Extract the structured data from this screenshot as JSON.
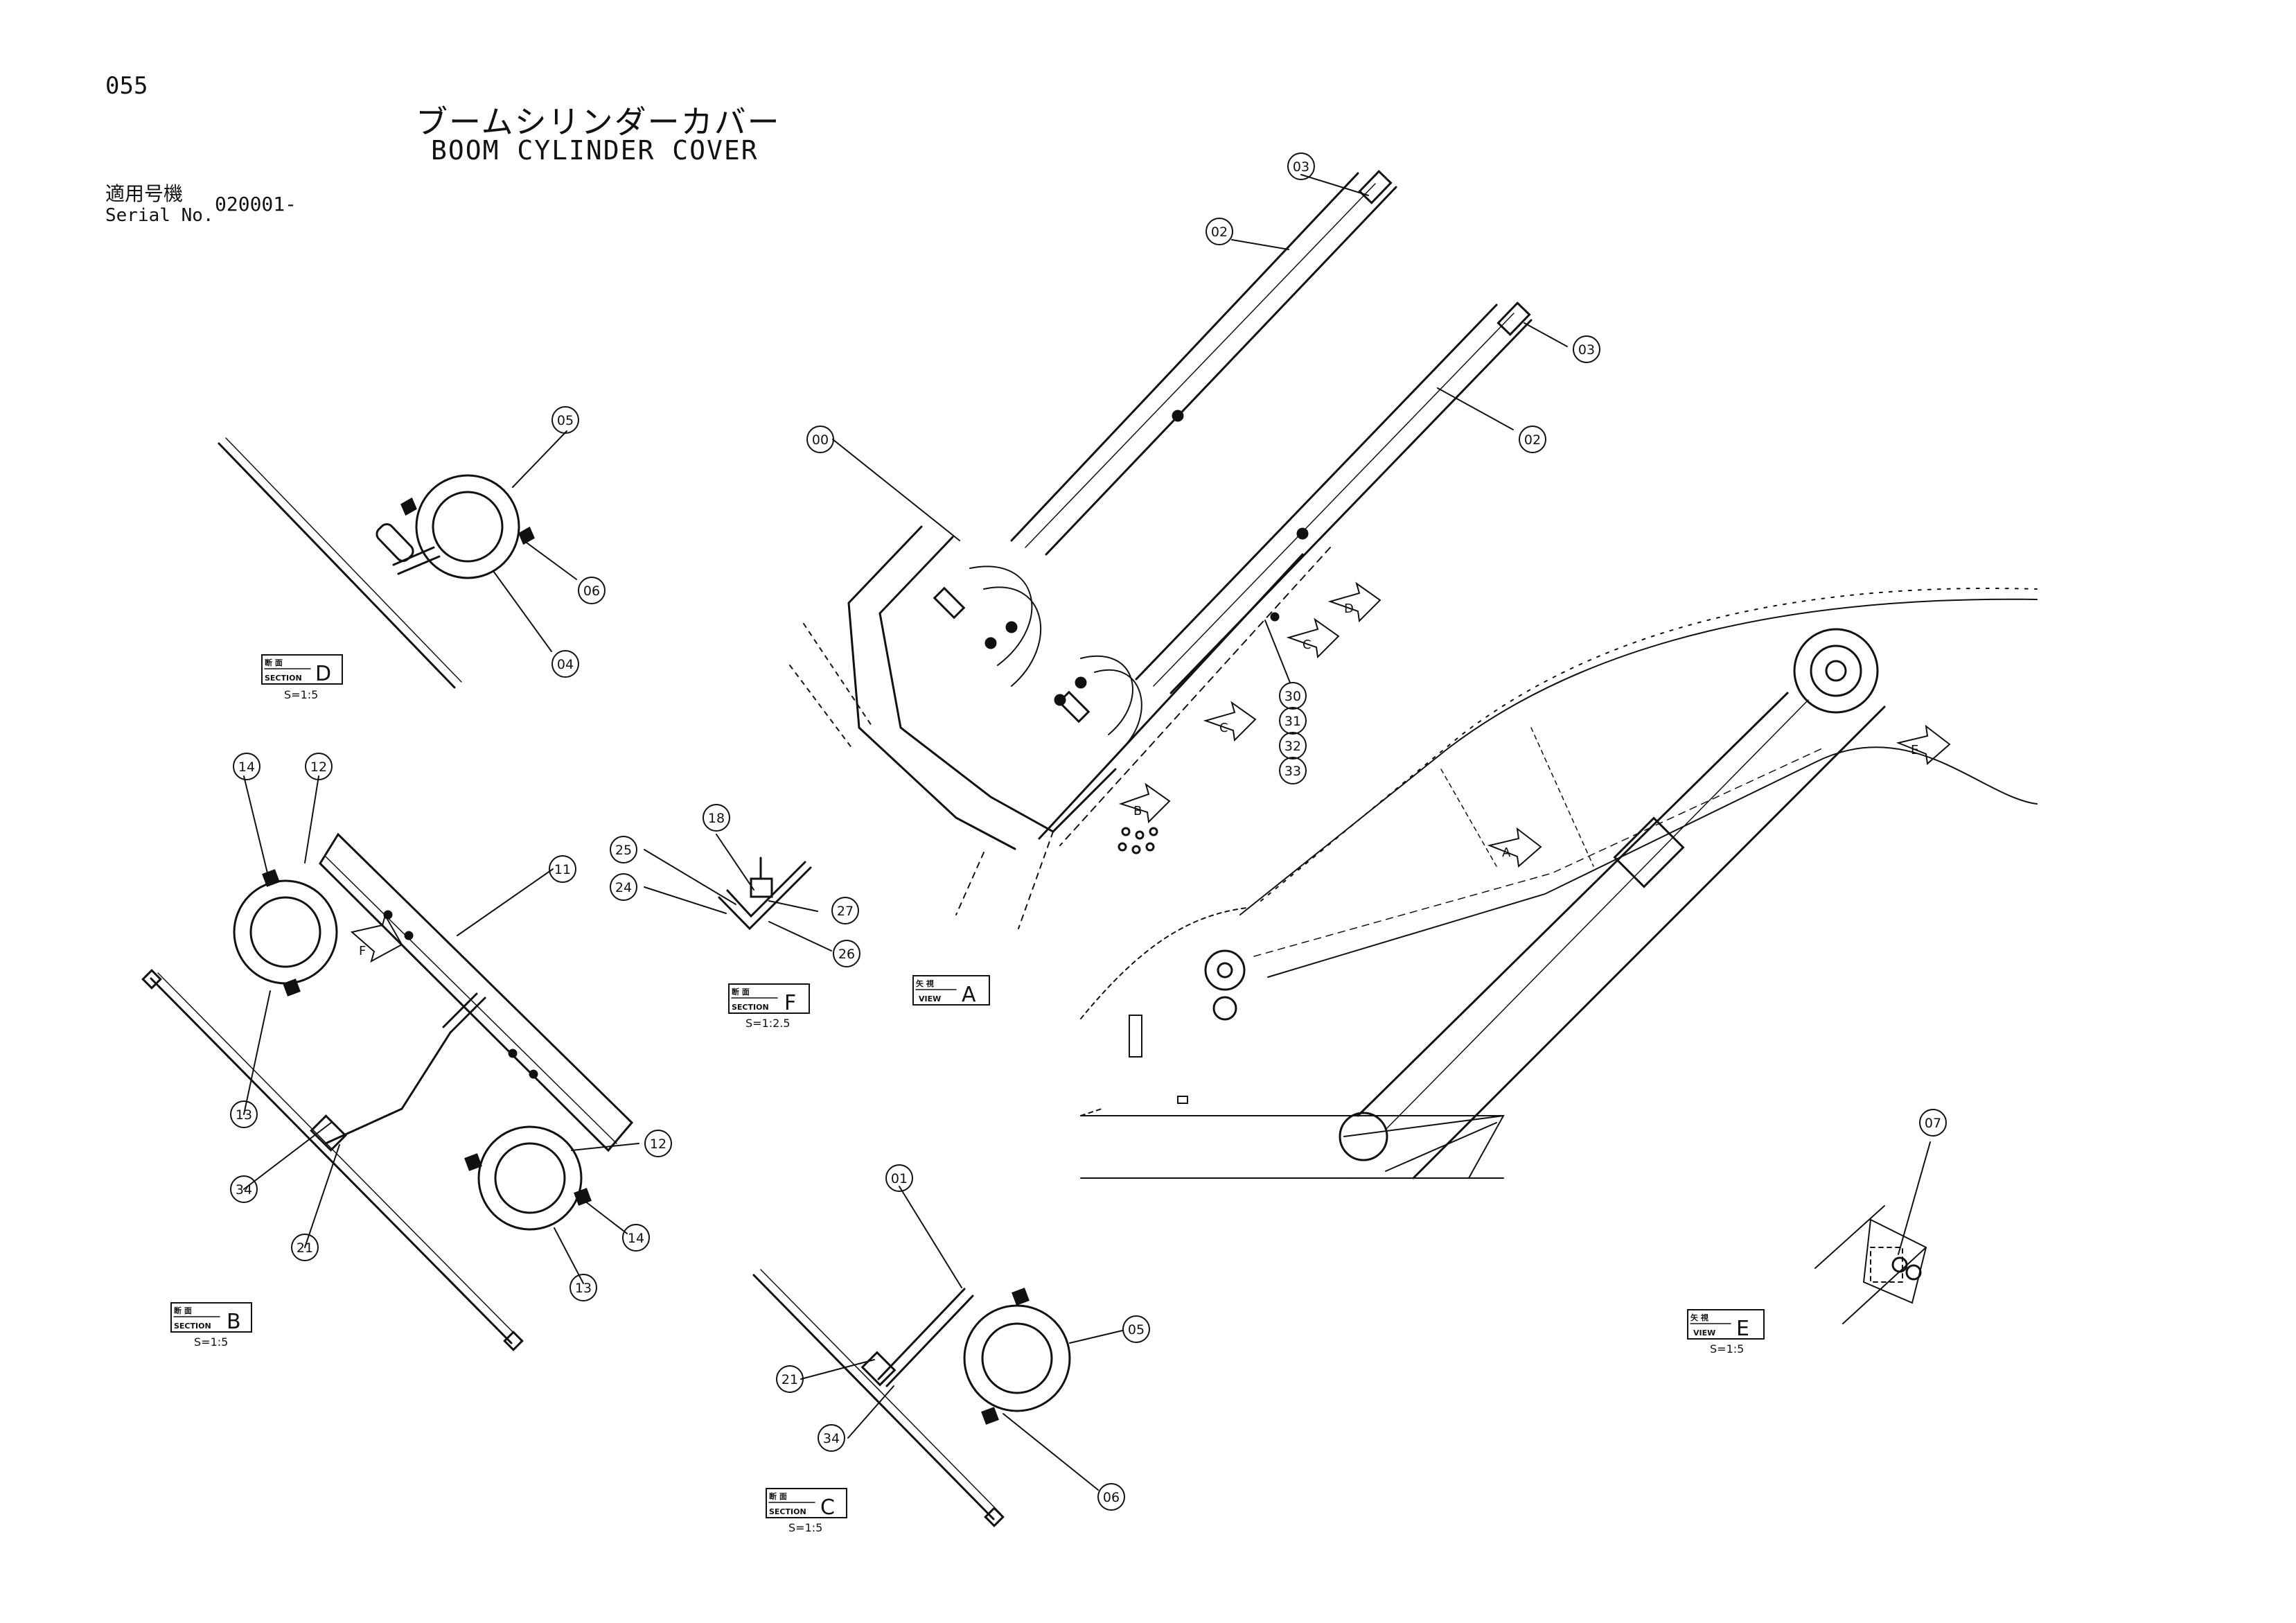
{
  "header": {
    "page_number": "055",
    "title_jp": "ブームシリンダーカバー",
    "title_en": "BOOM CYLINDER COVER",
    "serial_label_jp": "適用号機",
    "serial_label_en": "Serial No.",
    "serial_value": "020001-"
  },
  "labels": {
    "section_d": {
      "kind": "SECTION",
      "kanji": "断 面",
      "letter": "D",
      "scale": "S=1:5"
    },
    "section_b": {
      "kind": "SECTION",
      "kanji": "断 面",
      "letter": "B",
      "scale": "S=1:5"
    },
    "section_f": {
      "kind": "SECTION",
      "kanji": "断 面",
      "letter": "F",
      "scale": "S=1:2.5"
    },
    "section_c": {
      "kind": "SECTION",
      "kanji": "断 面",
      "letter": "C",
      "scale": "S=1:5"
    },
    "view_a": {
      "kind": "VIEW",
      "kanji": "矢 視",
      "letter": "A",
      "scale": ""
    },
    "view_e": {
      "kind": "VIEW",
      "kanji": "矢 視",
      "letter": "E",
      "scale": "S=1:5"
    }
  },
  "callouts": [
    "00",
    "01",
    "02",
    "03",
    "04",
    "05",
    "06",
    "07",
    "11",
    "12",
    "13",
    "14",
    "18",
    "21",
    "24",
    "25",
    "26",
    "27",
    "30",
    "31",
    "32",
    "33",
    "34"
  ],
  "view_arrows": [
    "A",
    "B",
    "C",
    "D",
    "E",
    "F"
  ]
}
